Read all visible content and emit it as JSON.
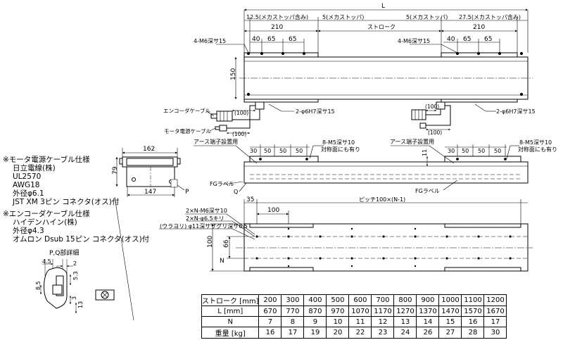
{
  "top_view": {
    "overall_dim": "L",
    "end_left": "12.5(メカストッパ含み)",
    "stroke_margin_left": "5(メカストッパ)",
    "stroke_margin_right": "5(メカストッパ)",
    "end_right": "27.5(メカストッパ含み)",
    "carriage_len_left": "210",
    "stroke": "ストローク",
    "carriage_len_right": "210",
    "hole_pitch_left": [
      "40",
      "65",
      "65"
    ],
    "hole_pitch_right": [
      "40",
      "65",
      "65"
    ],
    "tap_left": "4-M6深サ15",
    "tap_right": "4-M6深サ15",
    "width_dim": "150",
    "encoder_cable": "エンコーダケーブル",
    "motor_cable": "モータ電源ケーブル",
    "cable_len_1": "(100)",
    "cable_len_2": "(100)",
    "cable_len_3": "(100)",
    "cable_len_4": "(100)",
    "pin_left": "2-φ6H7深サ15",
    "pin_right": "2-φ6H7深サ15"
  },
  "side_view": {
    "earth_left": "アース端子設置用",
    "earth_right": "アース端子設置用",
    "pitch_left": [
      "30",
      "50",
      "50",
      "50"
    ],
    "pitch_right": [
      "30",
      "50",
      "50",
      "50"
    ],
    "height_dim": "11",
    "tap_left": "8-M5深サ10",
    "tap_left_2": "対称面にも有り",
    "tap_right": "8-M5深サ10",
    "tap_right_2": "対称面にも有り",
    "fg_left": "FGラベル",
    "fg_right": "FGラベル",
    "q_label": "Q"
  },
  "end_view": {
    "width": "162",
    "height": "79",
    "base": "147",
    "p_label": "P"
  },
  "bottom_view": {
    "end_offset": "35",
    "first_pitch": "100",
    "pitch_label": "ピッチ100×(N-1)",
    "tap_note": "2×N-M6深サ10",
    "hole_note": "2×N-φ6.5キリ",
    "cbore_note": "(ウラヨリ) φ11深サザグリ深サ6.5",
    "width_outer": "100",
    "width_inner": "66",
    "n_label": "N"
  },
  "detail": {
    "title": "P,Q部詳細",
    "dims": [
      "4.5",
      "2",
      "5.3",
      "8.5",
      "3",
      "13"
    ]
  },
  "motor_cable_spec": {
    "title": "※モータ電源ケーブル仕様",
    "lines": [
      "日立電線(株)",
      "UL2570",
      "AWG18",
      "外径φ6.1",
      "JST XM 3ピン コネクタ(オス)付"
    ]
  },
  "encoder_cable_spec": {
    "title": "※エンコーダケーブル仕様",
    "lines": [
      "ハイデンハイン(株)",
      "外径φ4.3",
      "オムロン Dsub 15ピン コネクタ(オス)付"
    ]
  },
  "stroke_table": {
    "rows": [
      {
        "label": "ストローク [mm]",
        "values": [
          "200",
          "300",
          "400",
          "500",
          "600",
          "700",
          "800",
          "900",
          "1000",
          "1100",
          "1200"
        ]
      },
      {
        "label": "L [mm]",
        "values": [
          "670",
          "770",
          "870",
          "970",
          "1070",
          "1170",
          "1270",
          "1370",
          "1470",
          "1570",
          "1670"
        ]
      },
      {
        "label": "N",
        "values": [
          "7",
          "8",
          "9",
          "10",
          "11",
          "12",
          "13",
          "14",
          "15",
          "16",
          "17"
        ]
      },
      {
        "label": "重量 [kg]",
        "values": [
          "16",
          "17",
          "19",
          "20",
          "22",
          "23",
          "24",
          "26",
          "27",
          "28",
          "30"
        ]
      }
    ]
  }
}
